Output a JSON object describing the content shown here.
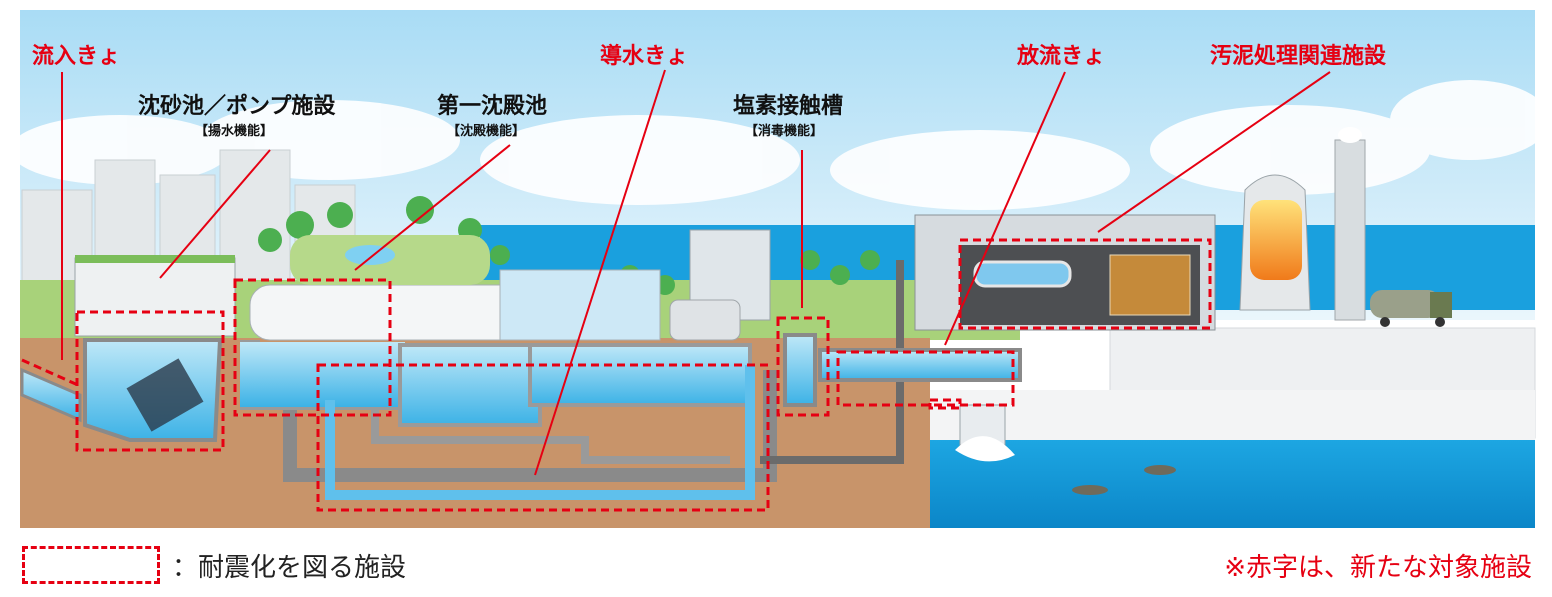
{
  "labels": {
    "inflow_sewer": "流入きょ",
    "grit_pump": "沈砂池／ポンプ施設",
    "grit_pump_function": "【揚水機能】",
    "primary_sedimentation": "第一沈殿池",
    "primary_sedimentation_function": "【沈殿機能】",
    "conduit": "導水きょ",
    "chlorine_tank": "塩素接触槽",
    "chlorine_tank_function": "【消毒機能】",
    "discharge_sewer": "放流きょ",
    "sludge_facility": "汚泥処理関連施設"
  },
  "legend": {
    "text": "：耐震化を図る施設",
    "note": "※赤字は、新たな対象施設"
  },
  "colors": {
    "highlight_red": "#e60012",
    "sky": "#cfeaf8",
    "sea": "#1aa0de",
    "ground": "#c8946a",
    "water": "#6cc8ee",
    "pipe": "#8a8a8a"
  }
}
